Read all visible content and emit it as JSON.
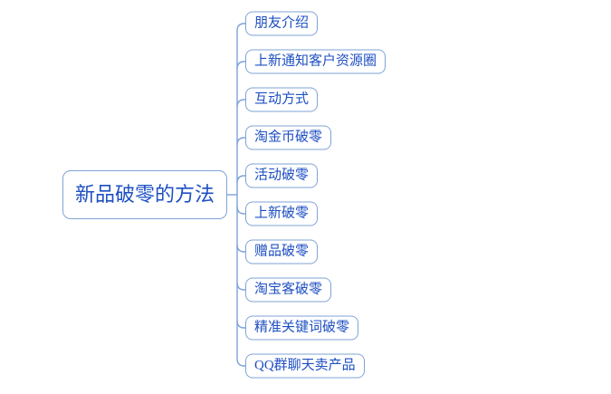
{
  "mindmap": {
    "root": {
      "label": "新品破零的方法"
    },
    "children": [
      {
        "label": "朋友介绍"
      },
      {
        "label": "上新通知客户资源圈"
      },
      {
        "label": "互动方式"
      },
      {
        "label": "淘金币破零"
      },
      {
        "label": "活动破零"
      },
      {
        "label": "上新破零"
      },
      {
        "label": "赠品破零"
      },
      {
        "label": "淘宝客破零"
      },
      {
        "label": "精准关键词破零"
      },
      {
        "label": "QQ群聊天卖产品"
      }
    ],
    "colors": {
      "node_border": "#7fa3d6",
      "connector": "#7fa3d6",
      "text": "#1e4fc2",
      "background": "#ffffff"
    }
  }
}
